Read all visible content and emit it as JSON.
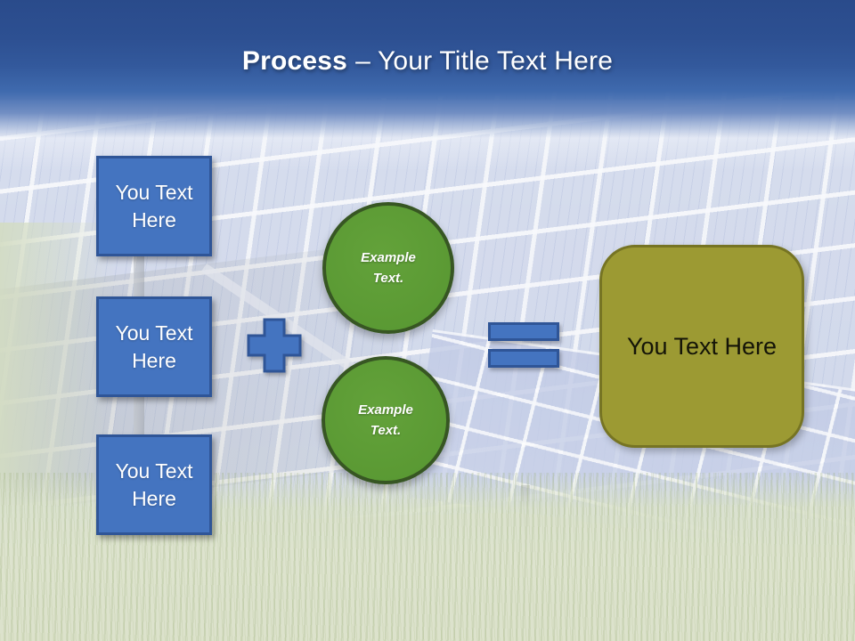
{
  "title": {
    "emphasis": "Process",
    "rest": "– Your Title Text Here"
  },
  "diagram": {
    "inputs": [
      {
        "label": "You Text Here"
      },
      {
        "label": "You Text Here"
      },
      {
        "label": "You Text Here"
      }
    ],
    "circles": [
      {
        "label": "Example Text."
      },
      {
        "label": "Example Text."
      }
    ],
    "result": {
      "label": "You Text Here"
    },
    "icons": {
      "plus": "plus-icon",
      "equals": "equals-icon"
    }
  },
  "colors": {
    "header_top": "#2a4b8b",
    "header_mid": "#3f6aae",
    "accent_blue": "#4474c0",
    "accent_blue_border": "#2f5597",
    "circle_green": "#5b9a33",
    "circle_green_border": "#375623",
    "result_olive": "#9c9a33",
    "result_olive_border": "#767423",
    "panel_lavender": "#c9d2e8",
    "grass_green": "#dce2cb",
    "text_light": "#ffffff",
    "text_dark": "#141408"
  }
}
